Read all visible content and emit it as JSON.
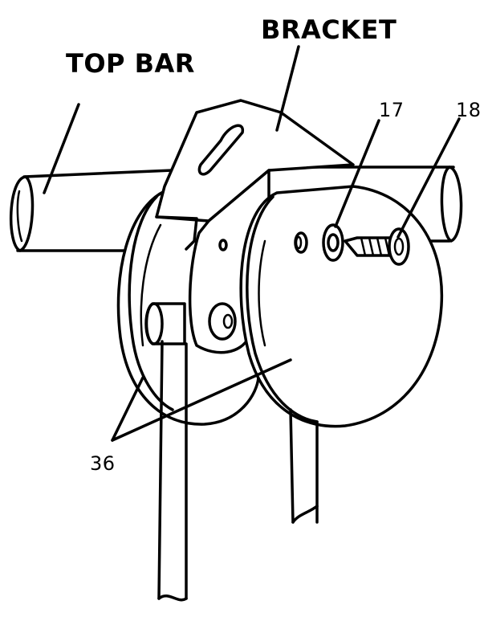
{
  "labels": {
    "top_bar": "TOP BAR",
    "bracket": "BRACKET",
    "part_17": "17",
    "part_18": "18",
    "part_36": "36"
  },
  "colors": {
    "ink": "#000000",
    "paper": "#ffffff"
  }
}
